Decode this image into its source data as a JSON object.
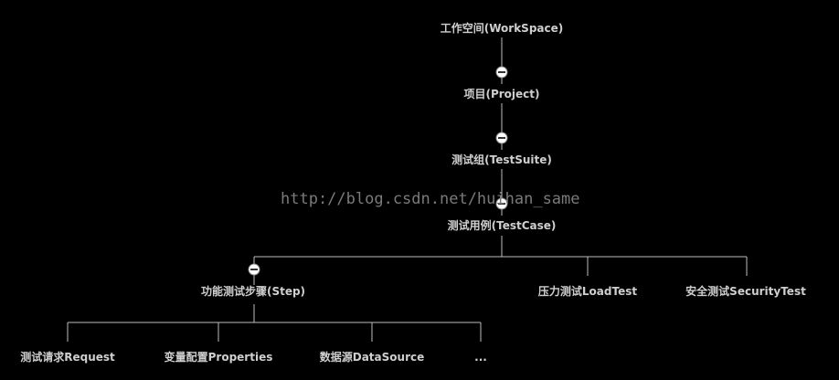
{
  "diagram": {
    "nodes": {
      "workspace": "工作空间(WorkSpace)",
      "project": "项目(Project)",
      "testsuite": "测试组(TestSuite)",
      "testcase": "测试用例(TestCase)",
      "step": "功能测试步骤(Step)",
      "loadtest": "压力测试LoadTest",
      "securitytest": "安全测试SecurityTest",
      "request": "测试请求Request",
      "properties": "变量配置Properties",
      "datasource": "数据源DataSource",
      "more": "..."
    },
    "collapse_toggles": [
      "workspace",
      "project",
      "testsuite",
      "testcase-branch"
    ]
  },
  "watermark": "http://blog.csdn.net/huihan_same",
  "colors": {
    "background": "#000000",
    "text": "#cfcfcf",
    "line": "#bdbdbd",
    "watermark": "#7a7a7a"
  }
}
